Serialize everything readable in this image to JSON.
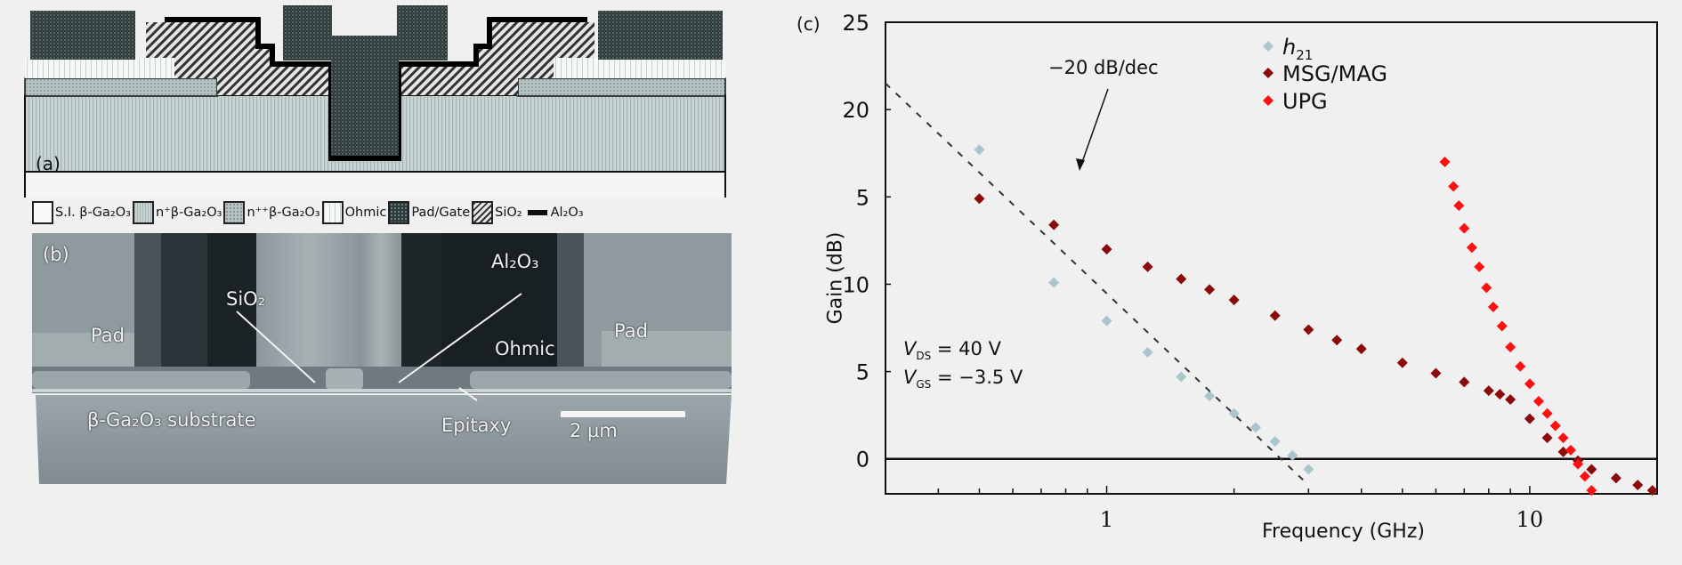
{
  "figure": {
    "panel_a": {
      "label": "(a)",
      "legend": [
        {
          "key": "si",
          "label": "S.I. β-Ga₂O₃",
          "pattern": "blank"
        },
        {
          "key": "nplus",
          "label": "n⁺β-Ga₂O₃",
          "pattern": "vertical-light"
        },
        {
          "key": "nplusplus",
          "label": "n⁺⁺β-Ga₂O₃",
          "pattern": "dotted-mid"
        },
        {
          "key": "ohmic",
          "label": "Ohmic",
          "pattern": "vertical-white"
        },
        {
          "key": "padgate",
          "label": "Pad/Gate",
          "pattern": "dark-dotted"
        },
        {
          "key": "sio2",
          "label": "SiO₂",
          "pattern": "hatch"
        },
        {
          "key": "al2o3",
          "label": "Al₂O₃",
          "pattern": "thick-line"
        }
      ]
    },
    "panel_b": {
      "label": "(b)",
      "annotations": {
        "pad_left": "Pad",
        "pad_right": "Pad",
        "sio2": "SiO₂",
        "al2o3": "Al₂O₃",
        "ohmic": "Ohmic",
        "substrate": "β-Ga₂O₃ substrate",
        "epitaxy": "Epitaxy",
        "scale_bar": "2 μm"
      }
    },
    "panel_c": {
      "label": "(c)",
      "annotation_slope": "−20 dB/dec",
      "bias_vds": "V_DS = 40 V",
      "bias_vgs": "V_GS = −3.5 V",
      "vds_main": "V",
      "vds_sub": "DS",
      "vds_val": " = 40 V",
      "vgs_main": "V",
      "vgs_sub": "GS",
      "vgs_val": " = −3.5 V"
    }
  },
  "chart_data": {
    "type": "scatter",
    "title": "",
    "panel": "(c)",
    "xlabel": "Frequency (GHz)",
    "ylabel": "Gain (dB)",
    "xscale": "log",
    "xlim": [
      0.3,
      20
    ],
    "x_tick_labels": [
      "1",
      "10"
    ],
    "y_tick_labels_as_printed": [
      "25",
      "20",
      "5",
      "10",
      "5",
      "0"
    ],
    "ylim": [
      -2,
      25
    ],
    "grid": false,
    "legend_position": "upper right",
    "hline": 0,
    "annotations": [
      {
        "text": "−20 dB/dec",
        "type": "arrow",
        "target": "dashed fit line"
      },
      {
        "text": "V_DS = 40 V"
      },
      {
        "text": "V_GS = −3.5 V"
      }
    ],
    "series": [
      {
        "name": "h21",
        "color": "#a9c6cc",
        "marker": "diamond",
        "x": [
          0.5,
          0.75,
          1.0,
          1.25,
          1.5,
          1.75,
          2.0,
          2.25,
          2.5,
          2.75,
          3.0
        ],
        "y": [
          17.7,
          10.1,
          7.9,
          6.1,
          4.7,
          3.6,
          2.6,
          1.8,
          1.0,
          0.2,
          -0.6
        ]
      },
      {
        "name": "MSG/MAG",
        "color": "#8b0a0a",
        "marker": "diamond",
        "x": [
          0.5,
          0.75,
          1.0,
          1.25,
          1.5,
          1.75,
          2.0,
          2.5,
          3.0,
          3.5,
          4.0,
          5.0,
          6.0,
          7.0,
          8.0,
          8.5,
          9.0,
          10.0,
          11.0,
          12.0,
          13.0,
          14.0,
          16.0,
          18.0,
          19.5
        ],
        "y": [
          14.9,
          13.4,
          12.0,
          11.0,
          10.3,
          9.7,
          9.1,
          8.2,
          7.4,
          6.8,
          6.3,
          5.5,
          4.9,
          4.4,
          3.9,
          3.7,
          3.4,
          2.3,
          1.2,
          0.4,
          -0.1,
          -0.6,
          -1.1,
          -1.5,
          -1.8
        ]
      },
      {
        "name": "UPG",
        "color": "#ff1010",
        "marker": "diamond",
        "x": [
          6.3,
          6.6,
          6.8,
          7.0,
          7.3,
          7.6,
          7.9,
          8.2,
          8.6,
          9.0,
          9.5,
          10.0,
          10.5,
          11.0,
          11.5,
          12.0,
          12.5,
          13.0,
          13.5,
          14.0
        ],
        "y": [
          17.0,
          15.6,
          14.5,
          13.2,
          12.1,
          11.0,
          9.8,
          8.7,
          7.6,
          6.4,
          5.3,
          4.3,
          3.3,
          2.6,
          1.9,
          1.2,
          0.5,
          -0.3,
          -1.0,
          -1.8
        ]
      },
      {
        "name": "-20 dB/dec fit",
        "style": "dashed",
        "color": "#333333",
        "x": [
          0.3,
          3.0
        ],
        "y": [
          21.5,
          -1.5
        ]
      }
    ]
  }
}
